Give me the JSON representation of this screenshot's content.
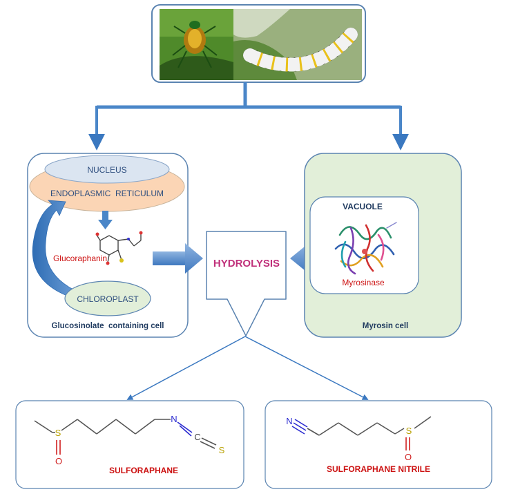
{
  "top_photos": {
    "left_icon": "beetle-on-leaf-photo",
    "right_icon": "monarch-caterpillar-photo"
  },
  "left_cell": {
    "nucleus": "NUCLEUS",
    "er": "ENDOPLASMIC  RETICULUM",
    "compound": "Glucoraphanin",
    "chloroplast": "CHLOROPLAST",
    "caption": "Glucosinolate  containing cell"
  },
  "center": {
    "label": "HYDROLYSIS"
  },
  "right_cell": {
    "vacuole": "VACUOLE",
    "enzyme": "Myrosinase",
    "caption": "Myrosin cell"
  },
  "products": {
    "left": {
      "name": "SULFORAPHANE",
      "atoms": {
        "s": "S",
        "o": "O",
        "n": "N",
        "c": "C",
        "s2": "S"
      }
    },
    "right": {
      "name": "SULFORAPHANE NITRILE",
      "atoms": {
        "n": "N",
        "s": "S",
        "o": "O"
      }
    }
  },
  "colors": {
    "connector": "#4a86c8",
    "border": "#5b84b1",
    "red_label": "#cc1111",
    "magenta_label": "#c0307a",
    "cell_green": "#e2efd9",
    "er_fill": "#fbd5b5",
    "nucleus_fill": "#dbe5f1"
  }
}
